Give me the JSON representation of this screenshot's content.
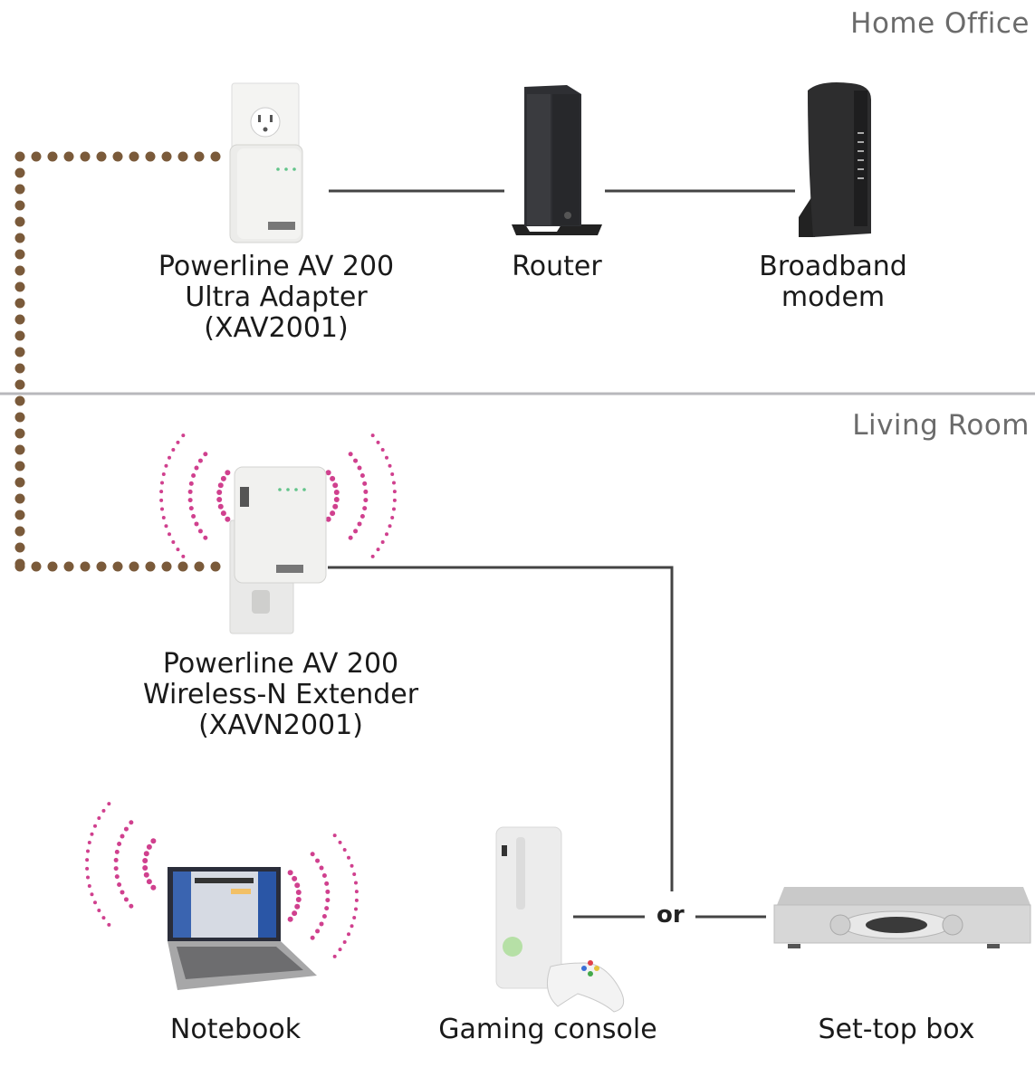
{
  "zones": {
    "top": "Home Office",
    "bottom": "Living Room"
  },
  "devices": {
    "adapter": {
      "lines": [
        "Powerline AV 200",
        "Ultra Adapter",
        "(XAV2001)"
      ],
      "icon": "powerline-adapter-icon"
    },
    "router": {
      "lines": [
        "Router"
      ],
      "icon": "router-icon"
    },
    "modem": {
      "lines": [
        "Broadband",
        "modem"
      ],
      "icon": "modem-icon"
    },
    "extender": {
      "lines": [
        "Powerline AV 200",
        "Wireless-N Extender",
        "(XAVN2001)"
      ],
      "icon": "wireless-extender-icon"
    },
    "notebook": {
      "lines": [
        "Notebook"
      ],
      "icon": "laptop-icon"
    },
    "console": {
      "lines": [
        "Gaming console"
      ],
      "icon": "game-console-icon"
    },
    "settop": {
      "lines": [
        "Set-top box"
      ],
      "icon": "set-top-box-icon"
    }
  },
  "connector_or": "or",
  "colors": {
    "powerline_dots": "#7a5a3a",
    "wifi_dots": "#d0408e",
    "wire": "#444444",
    "divider": "#b8b8bc",
    "zone_text": "#6b6b6b"
  }
}
